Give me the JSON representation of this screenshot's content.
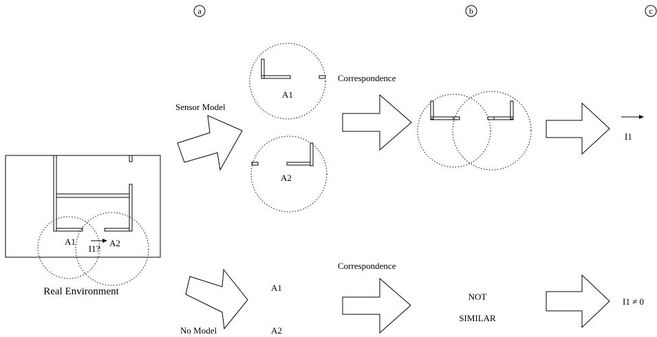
{
  "steps": [
    "a",
    "b",
    "c"
  ],
  "environment": {
    "label": "Real Environment",
    "a1": "A1",
    "a2": "A2",
    "query": "I1?"
  },
  "top_row": {
    "sensor_arrow_label": "Sensor Model",
    "a1": "A1",
    "a2": "A2",
    "correspondence_label": "Correspondence",
    "result": "I1"
  },
  "bottom_row": {
    "no_model_label": "No Model",
    "a1": "A1",
    "a2": "A2",
    "correspondence_label": "Correspondence",
    "not_label": "NOT",
    "similar_label": "SIMILAR",
    "result": "I1 ≠ 0"
  },
  "colors": {
    "stroke": "#000000",
    "background": "#ffffff"
  }
}
